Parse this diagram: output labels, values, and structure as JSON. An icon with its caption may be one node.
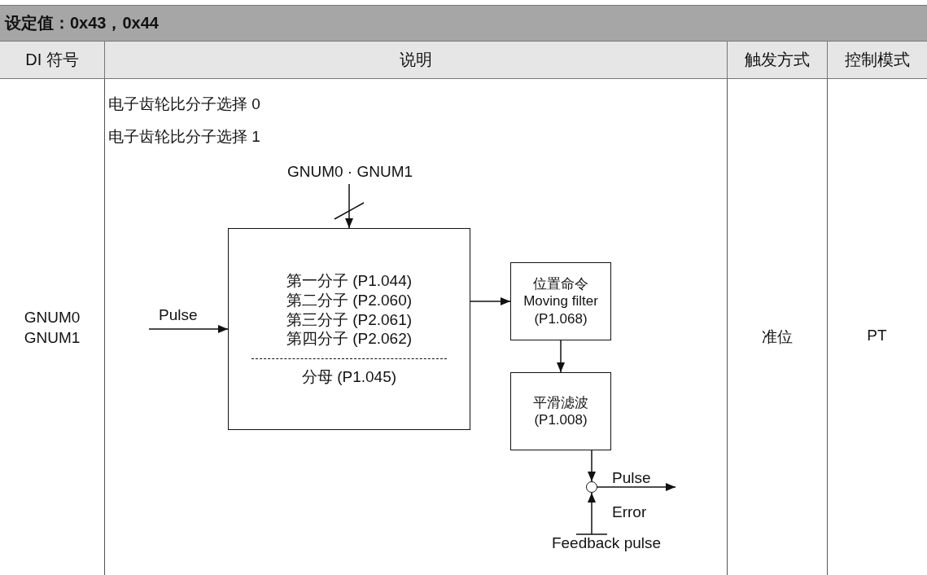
{
  "diagram": {
    "title": "设定值：0x43，0x44",
    "nodes": [
      {
        "text": [
          "GNUM0 · GNUM1"
        ]
      },
      {
        "text": [
          "第一分子 (P1.044)",
          "第二分子 (P2.060)",
          "第三分子 (P2.061)",
          "第四分子 (P2.062)",
          "分母 (P1.045)"
        ]
      },
      {
        "text": [
          "位置命令 Moving filter (P1.068)"
        ]
      },
      {
        "text": [
          "平滑滤波 (P1.008)"
        ]
      },
      {
        "text": [],
        "shape": "circle"
      },
      {
        "text": [
          "Feedback pulse"
        ]
      }
    ],
    "edges": [
      {
        "from": 0,
        "to": 1,
        "arrow": "to"
      },
      {
        "from": null,
        "to": 1,
        "arrow": "to",
        "label": "Pulse"
      },
      {
        "from": 1,
        "to": 2,
        "arrow": "to"
      },
      {
        "from": 2,
        "to": 3,
        "arrow": "to"
      },
      {
        "from": 3,
        "to": 4,
        "arrow": "to"
      },
      {
        "from": 5,
        "to": 4,
        "arrow": "to"
      },
      {
        "from": 4,
        "to": null,
        "arrow": "to",
        "label": "Pulse Error"
      }
    ],
    "labels": [
      "DI 符号",
      "说明",
      "触发方式",
      "控制模式",
      "GNUM0 GNUM1",
      "电子齿轮比分子选择 0",
      "电子齿轮比分子选择 1",
      "准位",
      "PT"
    ]
  }
}
